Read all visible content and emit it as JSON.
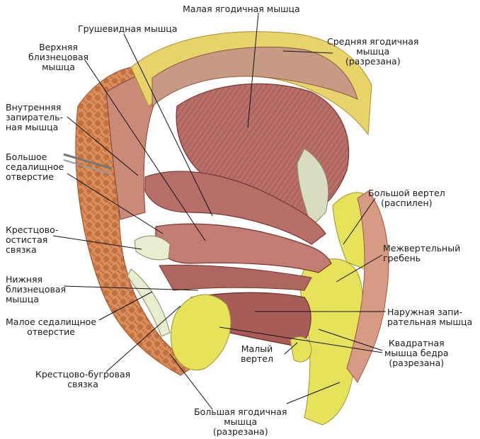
{
  "labels": {
    "gluteus_minimus": [
      "Малая ягодичная мышца"
    ],
    "piriformis": [
      "Грушевидная мышца"
    ],
    "gemellus_superior": [
      "Верхняя",
      "близнецовая",
      "мышца"
    ],
    "obturator_internus": [
      "Внутренняя",
      "запиратель-",
      "ная мышца"
    ],
    "greater_sciatic_foramen": [
      "Большое",
      "седалищное",
      "отверстие"
    ],
    "sacrospinous_ligament": [
      "Крестцово-",
      "остистая",
      "связка"
    ],
    "gemellus_inferior": [
      "Нижняя",
      "близнецовая",
      "мышца"
    ],
    "lesser_sciatic_foramen": [
      "Малое седалищное",
      "отверстие"
    ],
    "sacrotuberous_ligament": [
      "Крестцово-бугровая",
      "связка"
    ],
    "gluteus_maximus": [
      "Большая ягодичная",
      "мышца",
      "(разрезана)"
    ],
    "gluteus_medius": [
      "Средняя ягодичная",
      "мышца",
      "(разрезана)"
    ],
    "greater_trochanter": [
      "Большой вертел",
      "(распилен)"
    ],
    "intertrochanteric_crest": [
      "Межвертельный",
      "гребень"
    ],
    "obturator_externus": [
      "Наружная запи-",
      "рательная мышца"
    ],
    "quadratus_femoris": [
      "Квадратная",
      "мышца бедра",
      "(разрезана)"
    ],
    "lesser_trochanter": [
      "Малый",
      "вертел"
    ]
  },
  "colors": {
    "muscle": "#b86f6a",
    "muscle_dark": "#8a3f3c",
    "fat": "#d98e5c",
    "bone": "#e6e25a",
    "ligament": "#e9edd0",
    "leader": "#111111"
  }
}
